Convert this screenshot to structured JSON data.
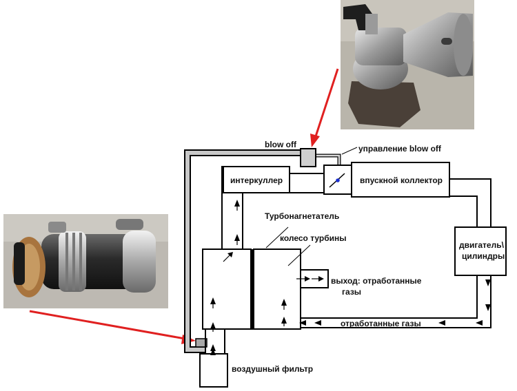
{
  "labels": {
    "blow_off": "blow off",
    "blow_off_control": "управление blow off",
    "intercooler": "интеркуллер",
    "intake_manifold": "впускной коллектор",
    "turbocharger": "Турбонагнетатель",
    "turbine_wheel": "колесо турбины",
    "engine_line1": "двигатель\\",
    "engine_line2": "цилиндры",
    "exhaust_out_line1": "выход: отработанные",
    "exhaust_out_line2": "газы",
    "exhaust_gases": "отработанные газы",
    "air_filter": "воздушный фильтр"
  },
  "colors": {
    "pipe": "#000000",
    "pointer_arrow": "#e02020",
    "return_pipe": "#c8c8c8",
    "valve_dot": "#1a2fd0"
  },
  "photos": {
    "top_right": "blow-off-valve-photo",
    "left": "clamped-hose-photo"
  }
}
